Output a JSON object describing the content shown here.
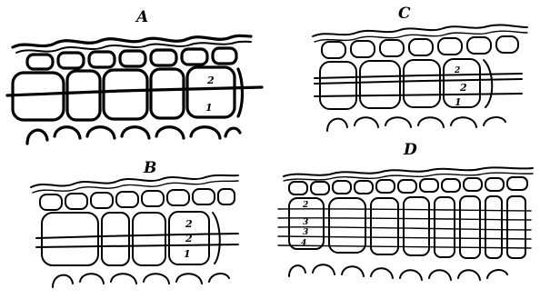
{
  "panels": [
    {
      "id": "A",
      "label": "A",
      "layer_labels": [
        "2",
        "1"
      ]
    },
    {
      "id": "B",
      "label": "B",
      "layer_labels": [
        "2",
        "2",
        "1"
      ]
    },
    {
      "id": "C",
      "label": "C",
      "layer_labels": [
        "2",
        "2",
        "1"
      ]
    },
    {
      "id": "D",
      "label": "D",
      "layer_labels": [
        "2",
        "3",
        "3",
        "4"
      ]
    }
  ],
  "ink_color": "#000000",
  "background_color": "#ffffff"
}
